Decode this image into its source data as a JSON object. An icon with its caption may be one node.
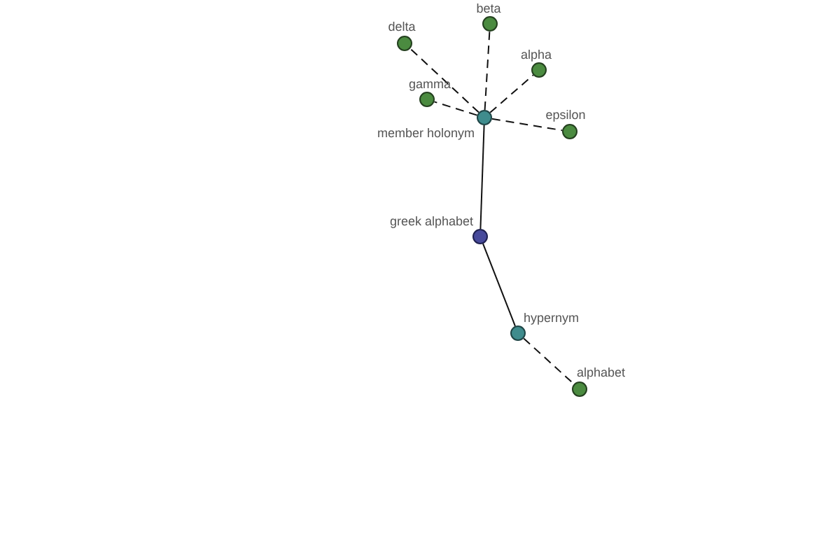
{
  "diagram": {
    "nodes": [
      {
        "text": [],
        "shape": "circle",
        "beside": [
          "beta"
        ]
      },
      {
        "text": [],
        "shape": "circle",
        "beside": [
          "delta"
        ]
      },
      {
        "text": [],
        "shape": "circle",
        "beside": [
          "alpha"
        ]
      },
      {
        "text": [],
        "shape": "circle",
        "beside": [
          "gamma"
        ]
      },
      {
        "text": [],
        "shape": "circle",
        "beside": [
          "member holonym"
        ]
      },
      {
        "text": [],
        "shape": "circle",
        "beside": [
          "epsilon"
        ]
      },
      {
        "text": [],
        "shape": "circle",
        "beside": [
          "greek alphabet"
        ]
      },
      {
        "text": [],
        "shape": "circle",
        "beside": [
          "hypernym"
        ]
      },
      {
        "text": [],
        "shape": "circle",
        "beside": [
          "alphabet"
        ]
      }
    ],
    "edges": [
      {
        "from": 6,
        "to": 4,
        "arrow": "none"
      },
      {
        "from": 4,
        "to": 0,
        "arrow": "none",
        "style": "dashed"
      },
      {
        "from": 4,
        "to": 1,
        "arrow": "none",
        "style": "dashed"
      },
      {
        "from": 4,
        "to": 2,
        "arrow": "none",
        "style": "dashed"
      },
      {
        "from": 4,
        "to": 3,
        "arrow": "none",
        "style": "dashed"
      },
      {
        "from": 4,
        "to": 5,
        "arrow": "none",
        "style": "dashed"
      },
      {
        "from": 6,
        "to": 7,
        "arrow": "none"
      },
      {
        "from": 7,
        "to": 8,
        "arrow": "none",
        "style": "dashed"
      }
    ]
  }
}
